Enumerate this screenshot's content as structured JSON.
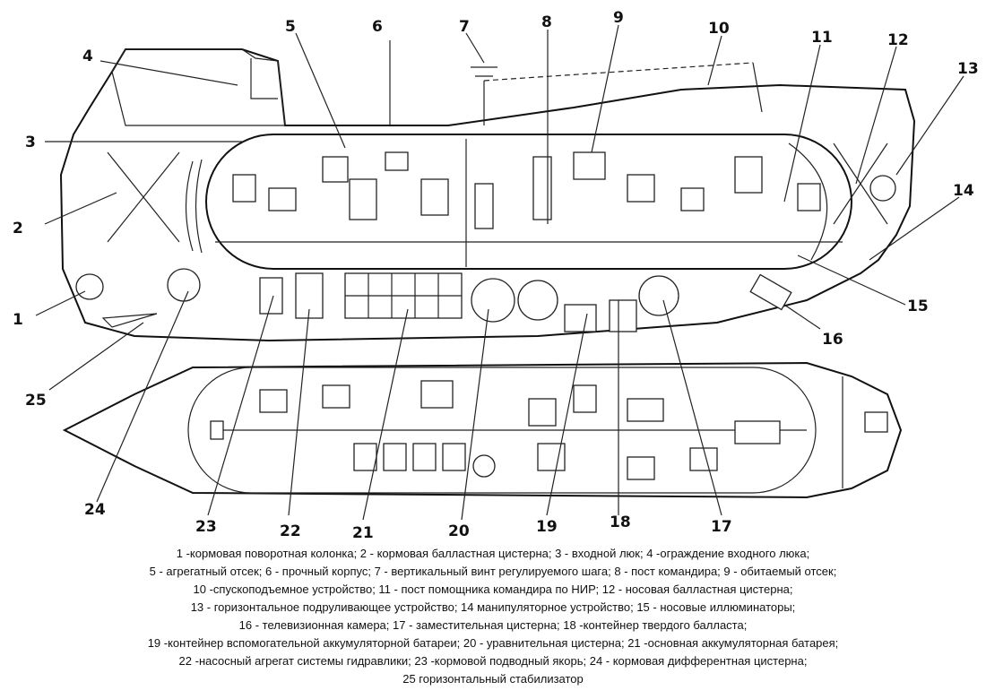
{
  "labels": {
    "n1": "1",
    "n2": "2",
    "n3": "3",
    "n4": "4",
    "n5": "5",
    "n6": "6",
    "n7": "7",
    "n8": "8",
    "n9": "9",
    "n10": "10",
    "n11": "11",
    "n12": "12",
    "n13": "13",
    "n14": "14",
    "n15": "15",
    "n16": "16",
    "n17": "17",
    "n18": "18",
    "n19": "19",
    "n20": "20",
    "n21": "21",
    "n22": "22",
    "n23": "23",
    "n24": "24",
    "n25": "25"
  },
  "legend": [
    "1 -кормовая поворотная колонка; 2 - кормовая балластная цистерна; 3 - входной люк; 4 -ограждение входного люка;",
    "5 - агрегатный отсек; 6 - прочный корпус; 7 - вертикальный винт регулируемого шага; 8 - пост командира; 9 - обитаемый отсек;",
    "10 -спускоподъемное устройство; 11 - пост помощника командира по НИР; 12 - носовая балластная цистерна;",
    "13 - горизонтальное подруливающее устройство; 14 манипуляторное устройство; 15 - носовые иллюминаторы;",
    "16 - телевизионная камера; 17 - заместительная цистерна; 18 -контейнер твердого балласта;",
    "19 -контейнер вспомогательной аккумуляторной батареи; 20 - уравнительная цистерна; 21 -основная аккумуляторная батарея;",
    "22 -насосный агрегат системы гидравлики; 23 -кормовой подводный якорь; 24 - кормовая дифферентная цистерна;",
    "25 горизонтальный стабилизатор"
  ]
}
